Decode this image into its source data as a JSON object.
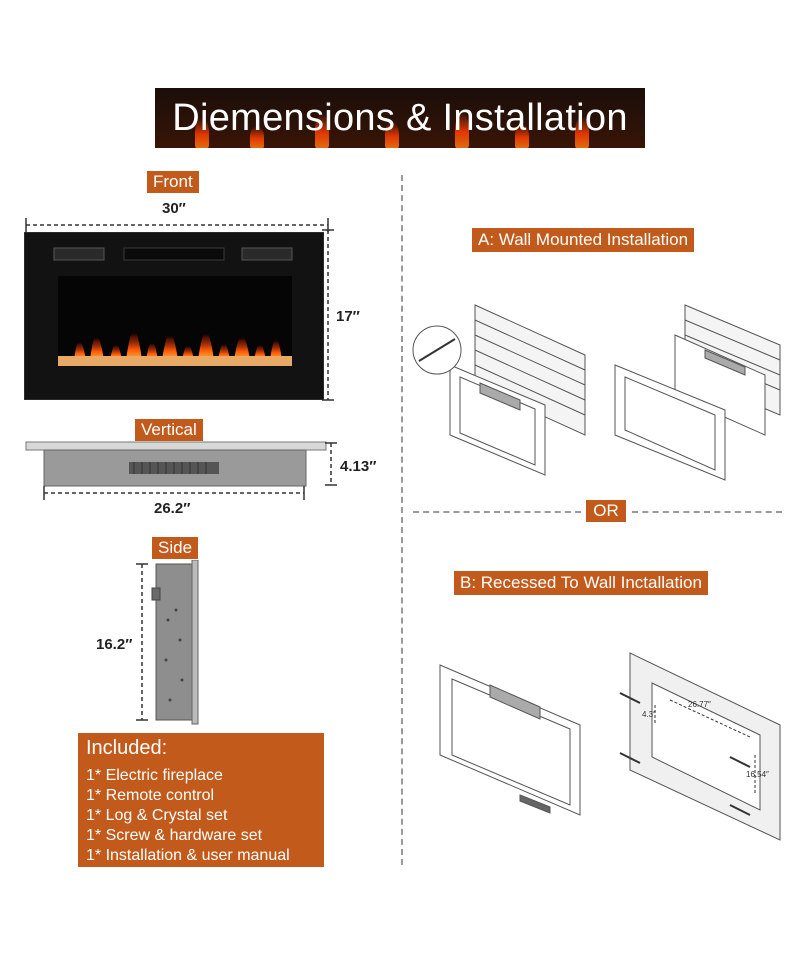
{
  "title": "Diemensions & Installation",
  "front": {
    "label": "Front",
    "width": "30″",
    "height": "17″"
  },
  "vertical": {
    "label": "Vertical",
    "depth": "4.13″",
    "width": "26.2″"
  },
  "side": {
    "label": "Side",
    "height": "16.2″"
  },
  "included": {
    "heading": "Included:",
    "items": [
      "1* Electric fireplace",
      "1* Remote control",
      "1* Log & Crystal set",
      "1* Screw & hardware set",
      "1* Installation & user manual"
    ]
  },
  "install": {
    "wall_mounted": "A: Wall Mounted Installation",
    "or": "OR",
    "recessed": "B: Recessed To Wall Inctallation",
    "recess_dims": {
      "width": "26.77″",
      "depth": "4.3″",
      "height": "16.54″"
    }
  },
  "colors": {
    "accent": "#c25a1c",
    "banner": "#2a1208",
    "flame": "#ff5a0a"
  }
}
